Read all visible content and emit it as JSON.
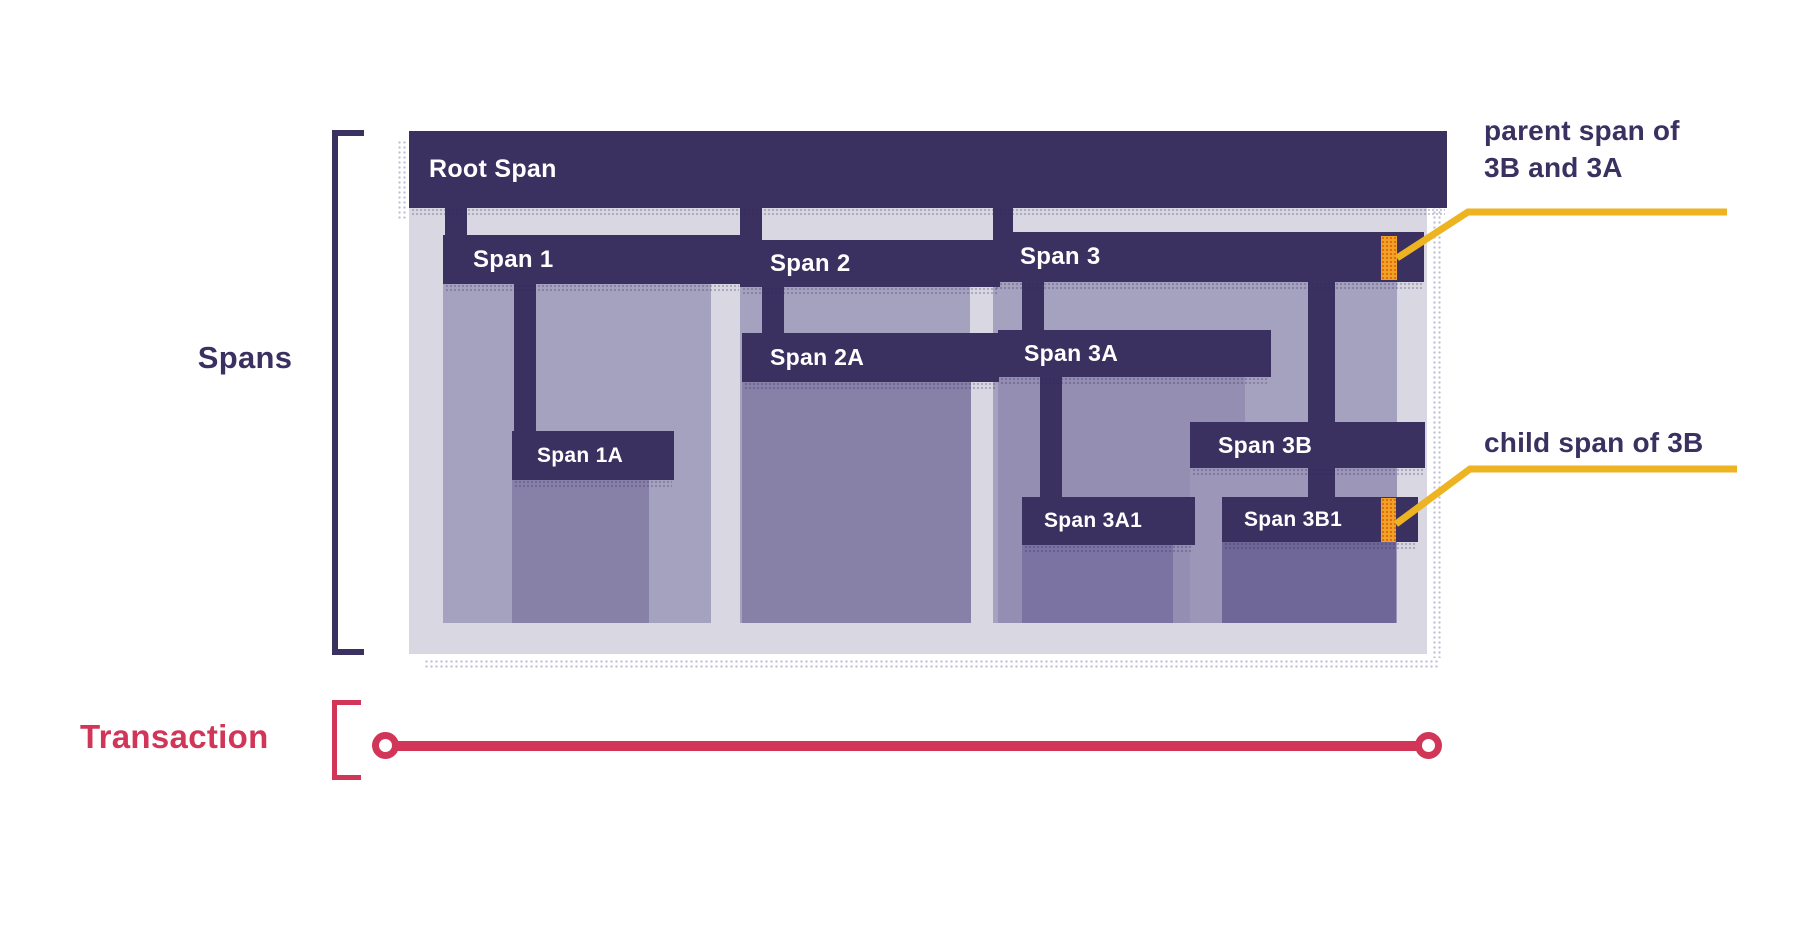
{
  "figure": {
    "type": "tracing-diagram",
    "left_labels": {
      "spans": "Spans",
      "transaction": "Transaction"
    },
    "spans": {
      "root": {
        "label": "Root Span"
      },
      "span_1": {
        "label": "Span 1"
      },
      "span_1a": {
        "label": "Span 1A"
      },
      "span_2": {
        "label": "Span 2"
      },
      "span_2a": {
        "label": "Span 2A"
      },
      "span_3": {
        "label": "Span 3"
      },
      "span_3a": {
        "label": "Span 3A"
      },
      "span_3a1": {
        "label": "Span 3A1"
      },
      "span_3b": {
        "label": "Span 3B"
      },
      "span_3b1": {
        "label": "Span 3B1"
      }
    },
    "annotations": {
      "parent_line1": "parent span of",
      "parent_line2": "3B and 3A",
      "child": "child span of 3B"
    },
    "markers": {
      "parent_marker_target": "Span 3",
      "child_marker_target": "Span 3B1"
    },
    "colors": {
      "span_bar_navy": "#3a3160",
      "container_background": "#d8d7e2",
      "duration_level1": "#a5a2bf",
      "duration_level2": "#8781a8",
      "duration_span3a": "#938eb2",
      "duration_span3a1": "#7b73a2",
      "duration_span3b_strip": "#9c97b9",
      "duration_span3b1": "#6e6798",
      "marker_orange": "#f2a127",
      "callout_yellow": "#eeb321",
      "transaction_red": "#d13557"
    }
  }
}
